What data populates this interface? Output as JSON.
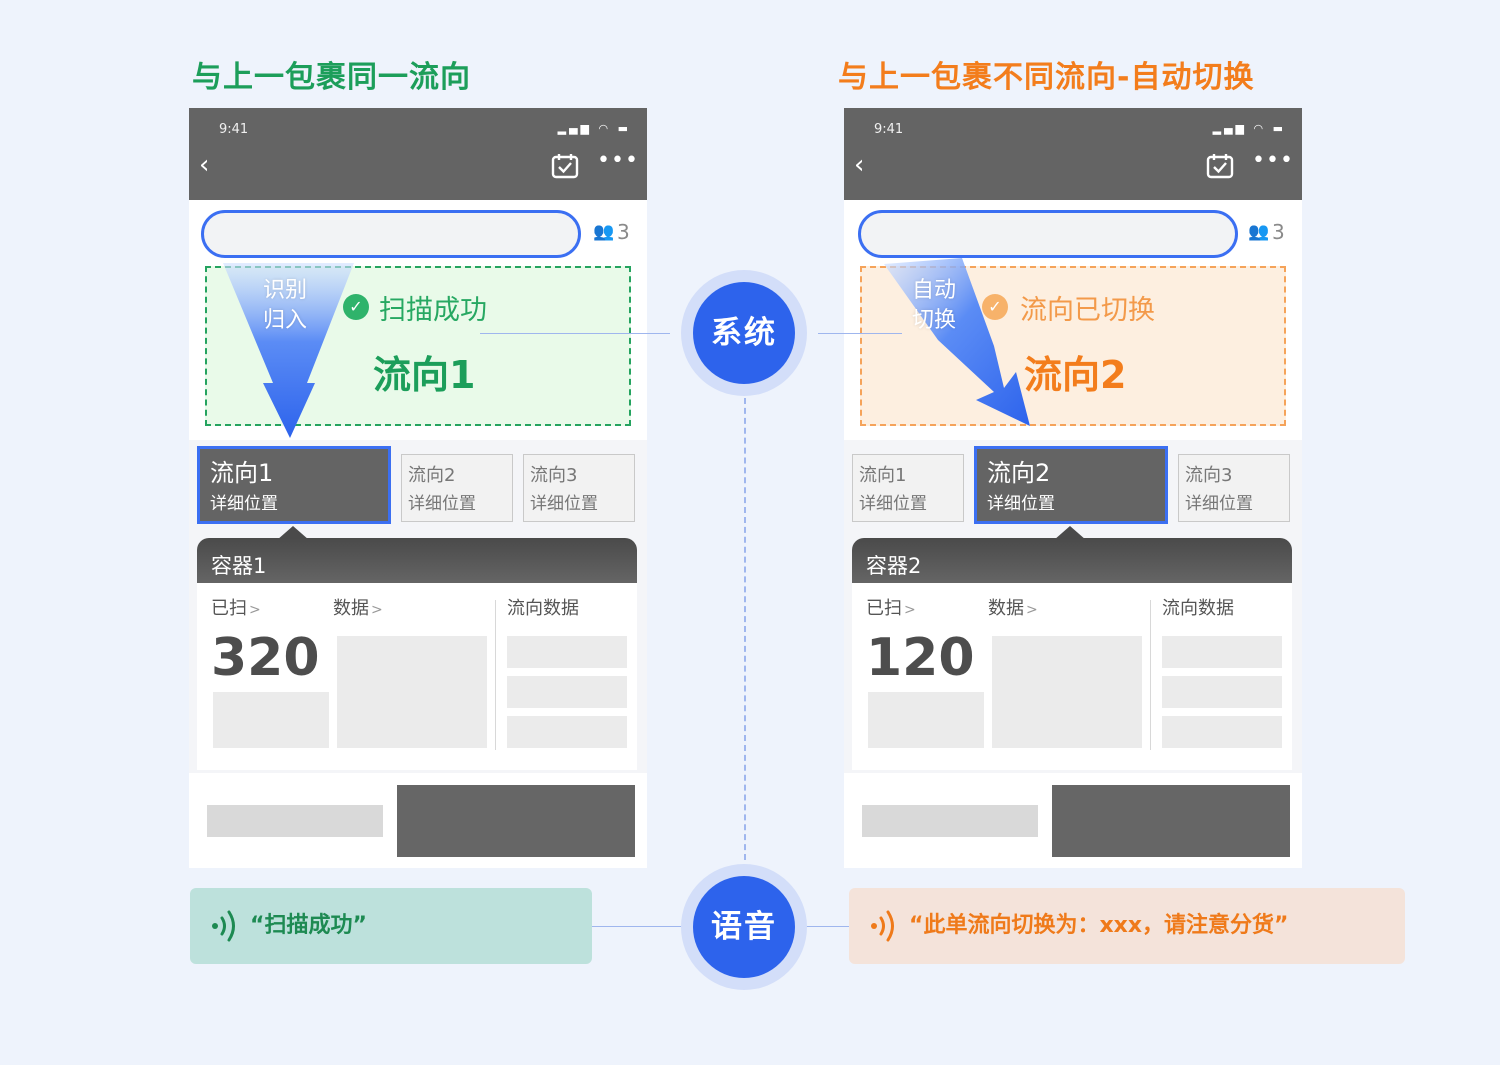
{
  "left": {
    "heading": "与上一包裹同一流向",
    "time": "9:41",
    "user_count": "3",
    "arrow_label_1": "识别",
    "arrow_label_2": "归入",
    "status": "扫描成功",
    "flow": "流向1",
    "tabs": [
      {
        "name": "流向1",
        "detail": "详细位置",
        "active": true
      },
      {
        "name": "流向2",
        "detail": "详细位置",
        "active": false
      },
      {
        "name": "流向3",
        "detail": "详细位置",
        "active": false
      }
    ],
    "container": {
      "title": "容器1",
      "scanned_label": "已扫",
      "data_label": "数据",
      "flow_data_label": "流向数据",
      "count": "320"
    },
    "voice": "“扫描成功”"
  },
  "right": {
    "heading": "与上一包裹不同流向-自动切换",
    "time": "9:41",
    "user_count": "3",
    "arrow_label_1": "自动",
    "arrow_label_2": "切换",
    "status": "流向已切换",
    "flow": "流向2",
    "tabs": [
      {
        "name": "流向1",
        "detail": "详细位置",
        "active": false
      },
      {
        "name": "流向2",
        "detail": "详细位置",
        "active": true
      },
      {
        "name": "流向3",
        "detail": "详细位置",
        "active": false
      }
    ],
    "container": {
      "title": "容器2",
      "scanned_label": "已扫",
      "data_label": "数据",
      "flow_data_label": "流向数据",
      "count": "120"
    },
    "voice": "“此单流向切换为：xxx，请注意分货”"
  },
  "nodes": {
    "system": "系统",
    "voice": "语音"
  },
  "colors": {
    "green": "#1c9e5a",
    "orange": "#f37d1c",
    "blue": "#2d63ec",
    "dark": "#646464"
  }
}
